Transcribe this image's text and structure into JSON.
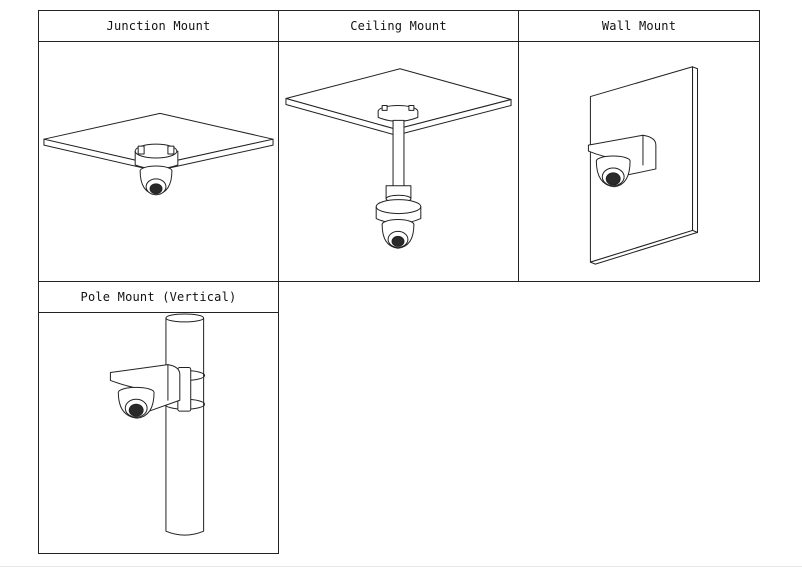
{
  "panels": [
    {
      "title": "Junction Mount",
      "icon": "junction-mount-illustration"
    },
    {
      "title": "Ceiling Mount",
      "icon": "ceiling-mount-illustration"
    },
    {
      "title": "Wall Mount",
      "icon": "wall-mount-illustration"
    },
    {
      "title": "Pole Mount (Vertical)",
      "icon": "pole-mount-illustration"
    }
  ]
}
